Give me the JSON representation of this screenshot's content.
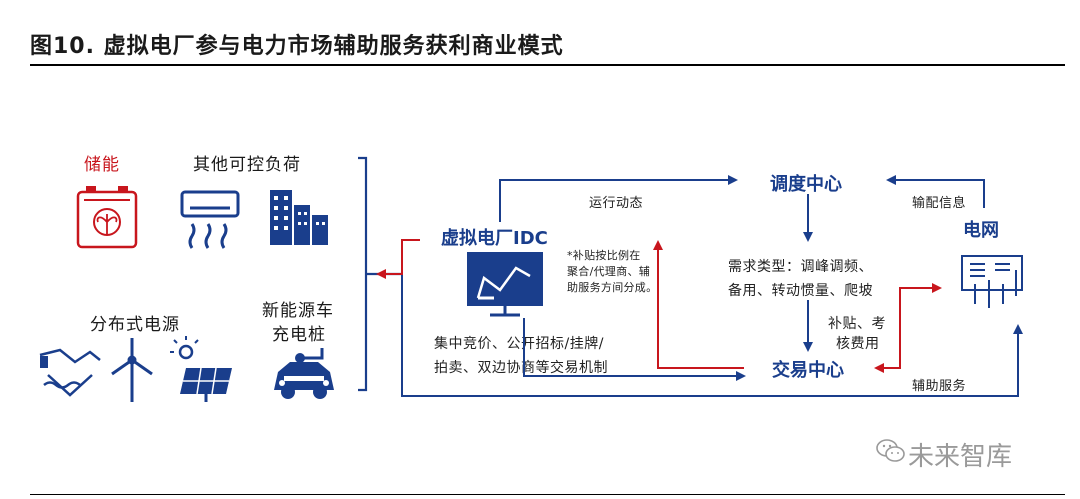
{
  "title": "图10. 虚拟电厂参与电力市场辅助服务获利商业模式",
  "resources": {
    "storage": "储能",
    "other_loads": "其他可控负荷",
    "distributed": "分布式电源",
    "ev_charging_line1": "新能源车",
    "ev_charging_line2": "充电桩"
  },
  "nodes": {
    "vpp": "虚拟电厂IDC",
    "dispatch": "调度中心",
    "trading": "交易中心",
    "grid": "电网"
  },
  "edges": {
    "operation": "运行动态",
    "dispatch_info": "输配信息",
    "demand_line1": "需求类型：调峰调频、",
    "demand_line2": "备用、转动惯量、爬坡",
    "subsidy_line1": "补贴、考",
    "subsidy_line2": "核费用",
    "market_line1": "集中竞价、公开招标/挂牌/",
    "market_line2": "拍卖、双边协商等交易机制",
    "aux_service": "辅助服务",
    "note_line1": "*补贴按比例在",
    "note_line2": "聚合/代理商、辅",
    "note_line3": "助服务方间分成。"
  },
  "colors": {
    "blue": "#1a3e8c",
    "red": "#c8161d"
  },
  "watermark": "未来智库"
}
